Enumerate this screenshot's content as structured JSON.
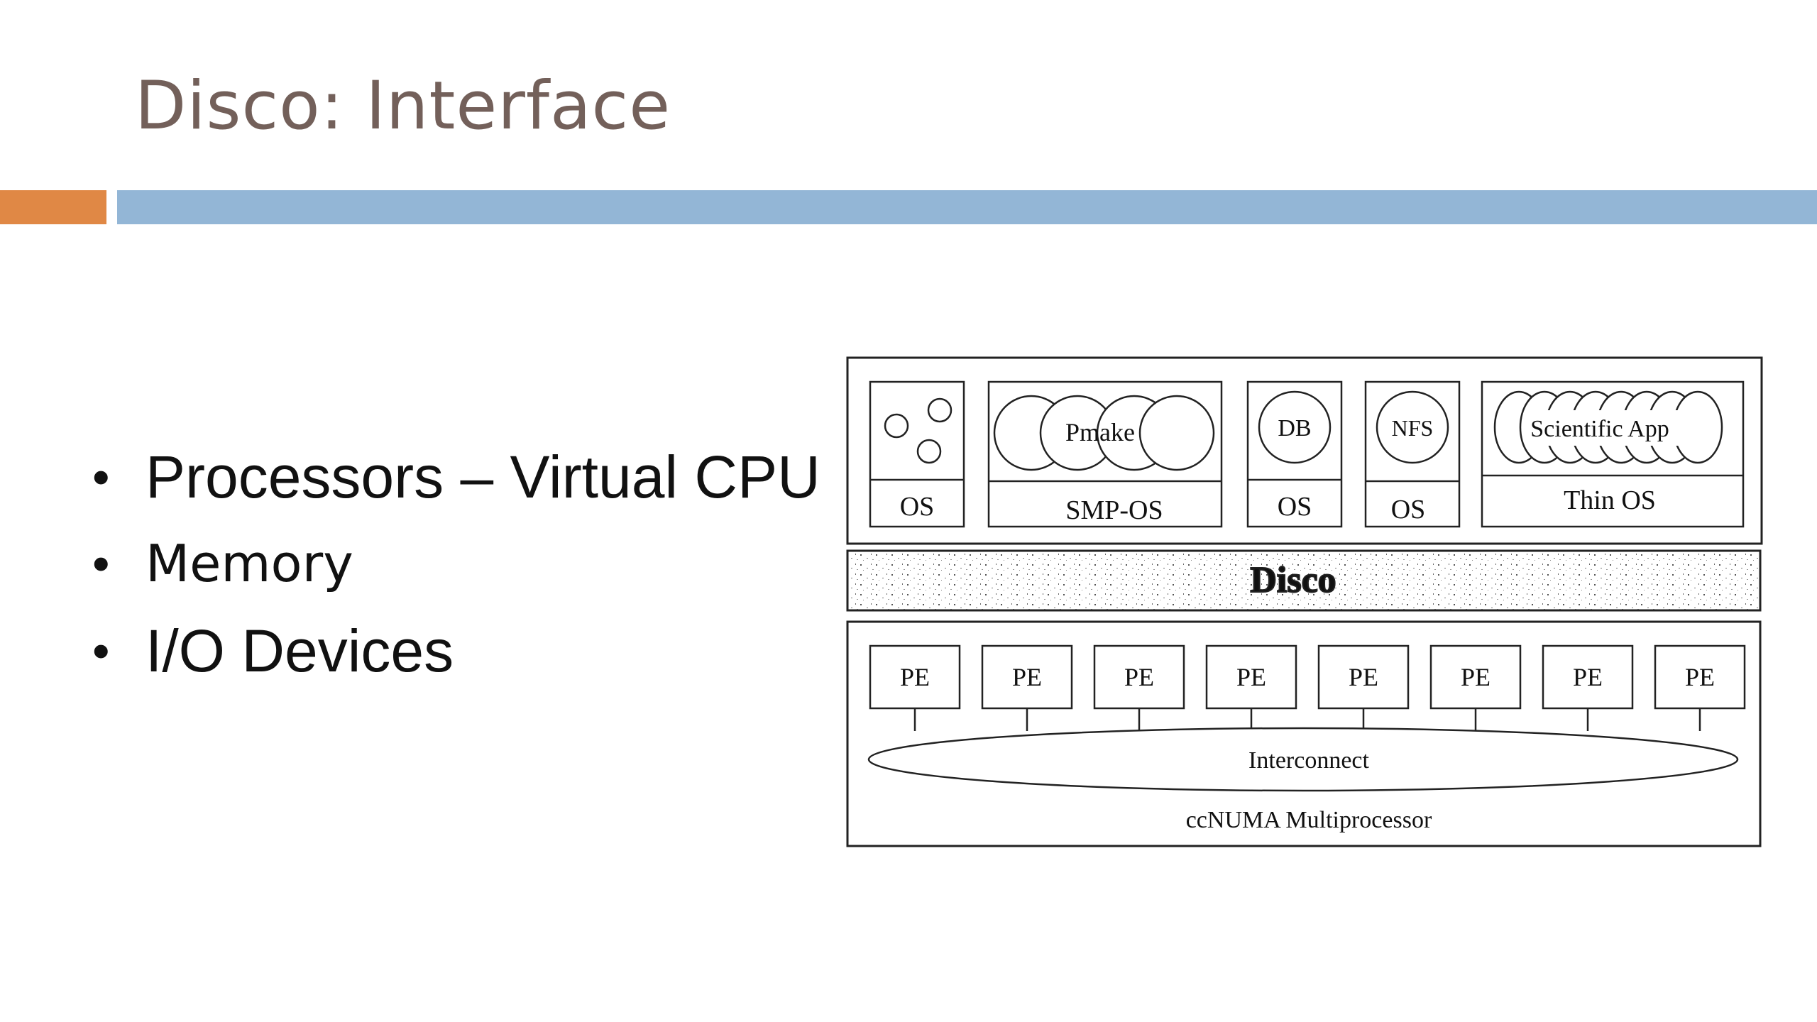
{
  "slide": {
    "title": "Disco: Interface",
    "bullets": [
      "Processors – Virtual CPU",
      "Memory",
      "I/O Devices"
    ]
  },
  "diagram": {
    "vms": [
      {
        "os_label": "OS",
        "app_label": ""
      },
      {
        "os_label": "SMP-OS",
        "app_label": "Pmake"
      },
      {
        "os_label": "OS",
        "app_label": "DB"
      },
      {
        "os_label": "OS",
        "app_label": "NFS"
      },
      {
        "os_label": "Thin OS",
        "app_label": "Scientific App"
      }
    ],
    "monitor_label": "Disco",
    "pe_label": "PE",
    "pe_count": 8,
    "interconnect_label": "Interconnect",
    "machine_label": "ccNUMA Multiprocessor"
  },
  "colors": {
    "title": "#73605a",
    "accent_orange": "#e08845",
    "accent_blue": "#93b6d6"
  }
}
